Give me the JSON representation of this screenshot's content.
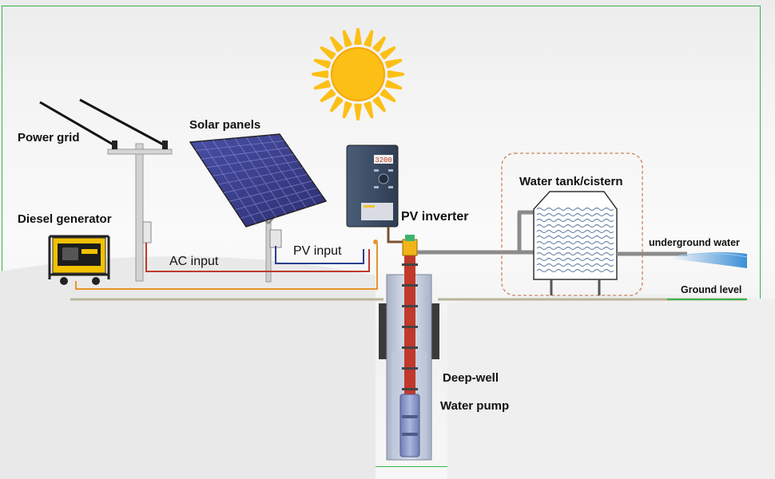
{
  "labels": {
    "power_grid": "Power grid",
    "solar_panels": "Solar panels",
    "diesel_generator": "Diesel generator",
    "pv_inverter": "PV inverter",
    "water_tank": "Water tank/cistern",
    "underground_water": "underground water",
    "ground_level": "Ground level",
    "ac_input": "AC input",
    "pv_input": "PV input",
    "deep_well": "Deep-well",
    "water_pump": "Water pump"
  },
  "inverter_display": "3200",
  "colors": {
    "sun": "#fcbf16",
    "solar_panel": "#3b3f8f",
    "inverter": "#3d4e66",
    "ac_wire": "#c0392b",
    "pv_wire": "#2c3e8f",
    "generator_wire": "#e5952b",
    "pipe": "#8b8b8b",
    "ground_line": "#b9b59a",
    "frame": "#39b54a",
    "water": "#3b8fd6",
    "tank_border": "#c8825e"
  }
}
